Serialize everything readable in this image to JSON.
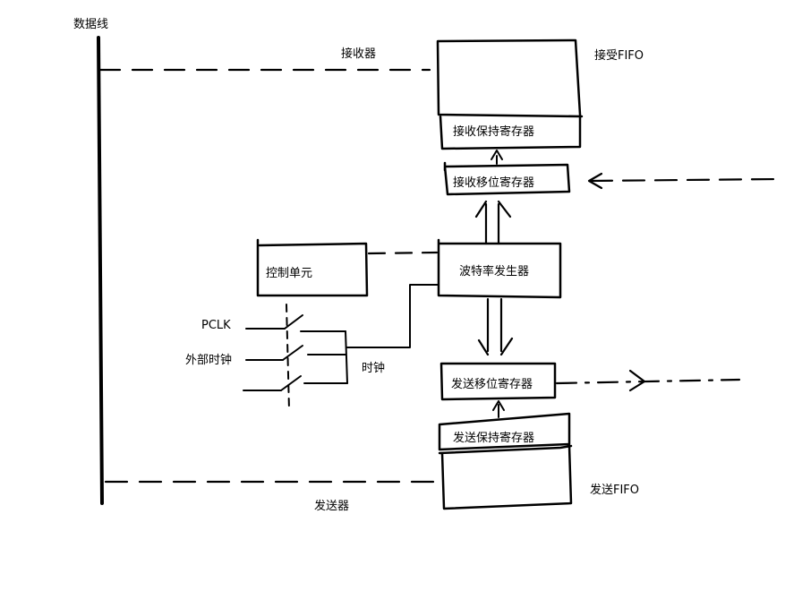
{
  "labels": {
    "data_line": "数据线",
    "receiver": "接收器",
    "receive_fifo": "接受FIFO",
    "receive_hold_register": "接收保持寄存器",
    "receive_shift_register": "接收移位寄存器",
    "control_unit": "控制单元",
    "baud_rate_generator": "波特率发生器",
    "pclk": "PCLK",
    "external_clock": "外部时钟",
    "clock": "时钟",
    "send_shift_register": "发送移位寄存器",
    "send_hold_register": "发送保持寄存器",
    "send_fifo": "发送FIFO",
    "transmitter": "发送器"
  },
  "colors": {
    "ink": "#000000",
    "background": "#ffffff"
  }
}
